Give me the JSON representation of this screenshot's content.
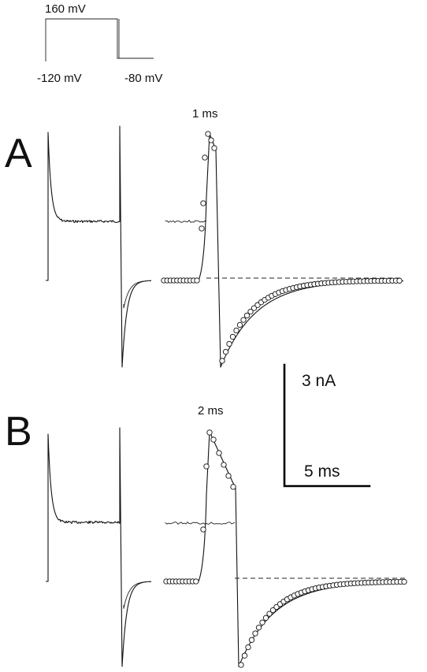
{
  "protocol": {
    "step_high": "160 mV",
    "holding": "-120 mV",
    "tail": "-80 mV"
  },
  "panels": [
    {
      "letter": "A",
      "duration_label": "1 ms"
    },
    {
      "letter": "B",
      "duration_label": "2 ms"
    }
  ],
  "scale_bar": {
    "current": "3 nA",
    "time": "5 ms"
  }
}
